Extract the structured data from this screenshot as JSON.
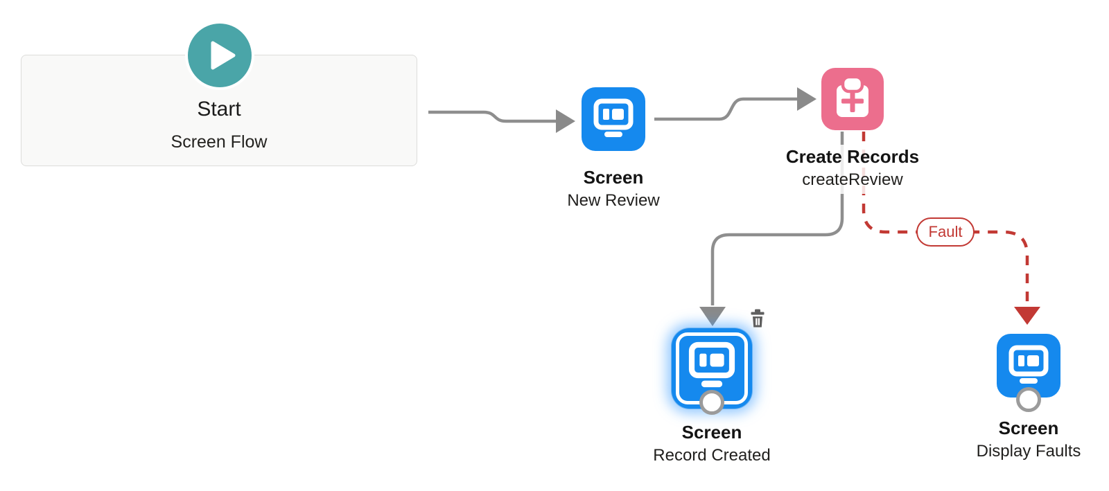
{
  "flow": {
    "start_node": {
      "title": "Start",
      "subtitle": "Screen Flow"
    },
    "nodes": [
      {
        "title": "Screen",
        "label": "New Review",
        "selected": false
      },
      {
        "title": "Create Records",
        "label": "createReview",
        "selected": false
      },
      {
        "title": "Screen",
        "label": "Record Created",
        "selected": true
      },
      {
        "title": "Screen",
        "label": "Display Faults",
        "selected": false
      }
    ],
    "fault": {
      "label": "Fault"
    },
    "connectors": [
      {
        "from": "Start",
        "to": "New Review",
        "type": "normal"
      },
      {
        "from": "New Review",
        "to": "createReview",
        "type": "normal"
      },
      {
        "from": "createReview",
        "to": "Record Created",
        "type": "normal"
      },
      {
        "from": "createReview",
        "to": "Display Faults",
        "type": "fault"
      }
    ]
  },
  "icons": {
    "start": "play-icon",
    "screen": "screen-monitor-icon",
    "create_records": "clipboard-plus-icon",
    "delete": "trash-icon",
    "port": "connector-port-circle",
    "arrow": "arrowhead-icon"
  },
  "colors": {
    "screen_blue": "#1589ee",
    "create_records_pink": "#ec6e8d",
    "start_teal": "#4aa5a8",
    "connector_gray": "#8e8e8e",
    "fault_red": "#c23934",
    "canvas_background": "#ffffff",
    "start_box_background": "#f9f9f8",
    "start_box_border": "#dcdcda",
    "text_dark": "#1b1b1b"
  }
}
